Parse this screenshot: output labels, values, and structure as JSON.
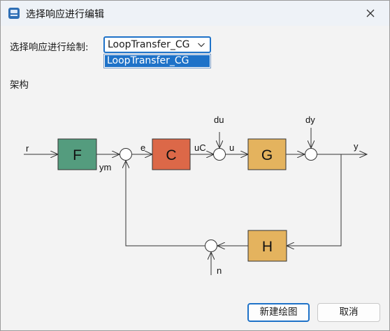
{
  "window": {
    "title": "选择响应进行编辑"
  },
  "response": {
    "label": "选择响应进行绘制:",
    "selected": "LoopTransfer_CG",
    "options": [
      "LoopTransfer_CG"
    ]
  },
  "architecture": {
    "label": "架构",
    "blocks": {
      "F": "F",
      "C": "C",
      "G": "G",
      "H": "H"
    },
    "signals": {
      "r": "r",
      "ym": "ym",
      "e": "e",
      "uC": "uC",
      "u": "u",
      "du": "du",
      "dy": "dy",
      "y": "y",
      "n": "n"
    },
    "colors": {
      "F": "#549c7e",
      "C": "#dc6848",
      "G": "#e4b35e",
      "H": "#e4b35e"
    }
  },
  "buttons": {
    "new_plot": "新建绘图",
    "cancel": "取消"
  }
}
